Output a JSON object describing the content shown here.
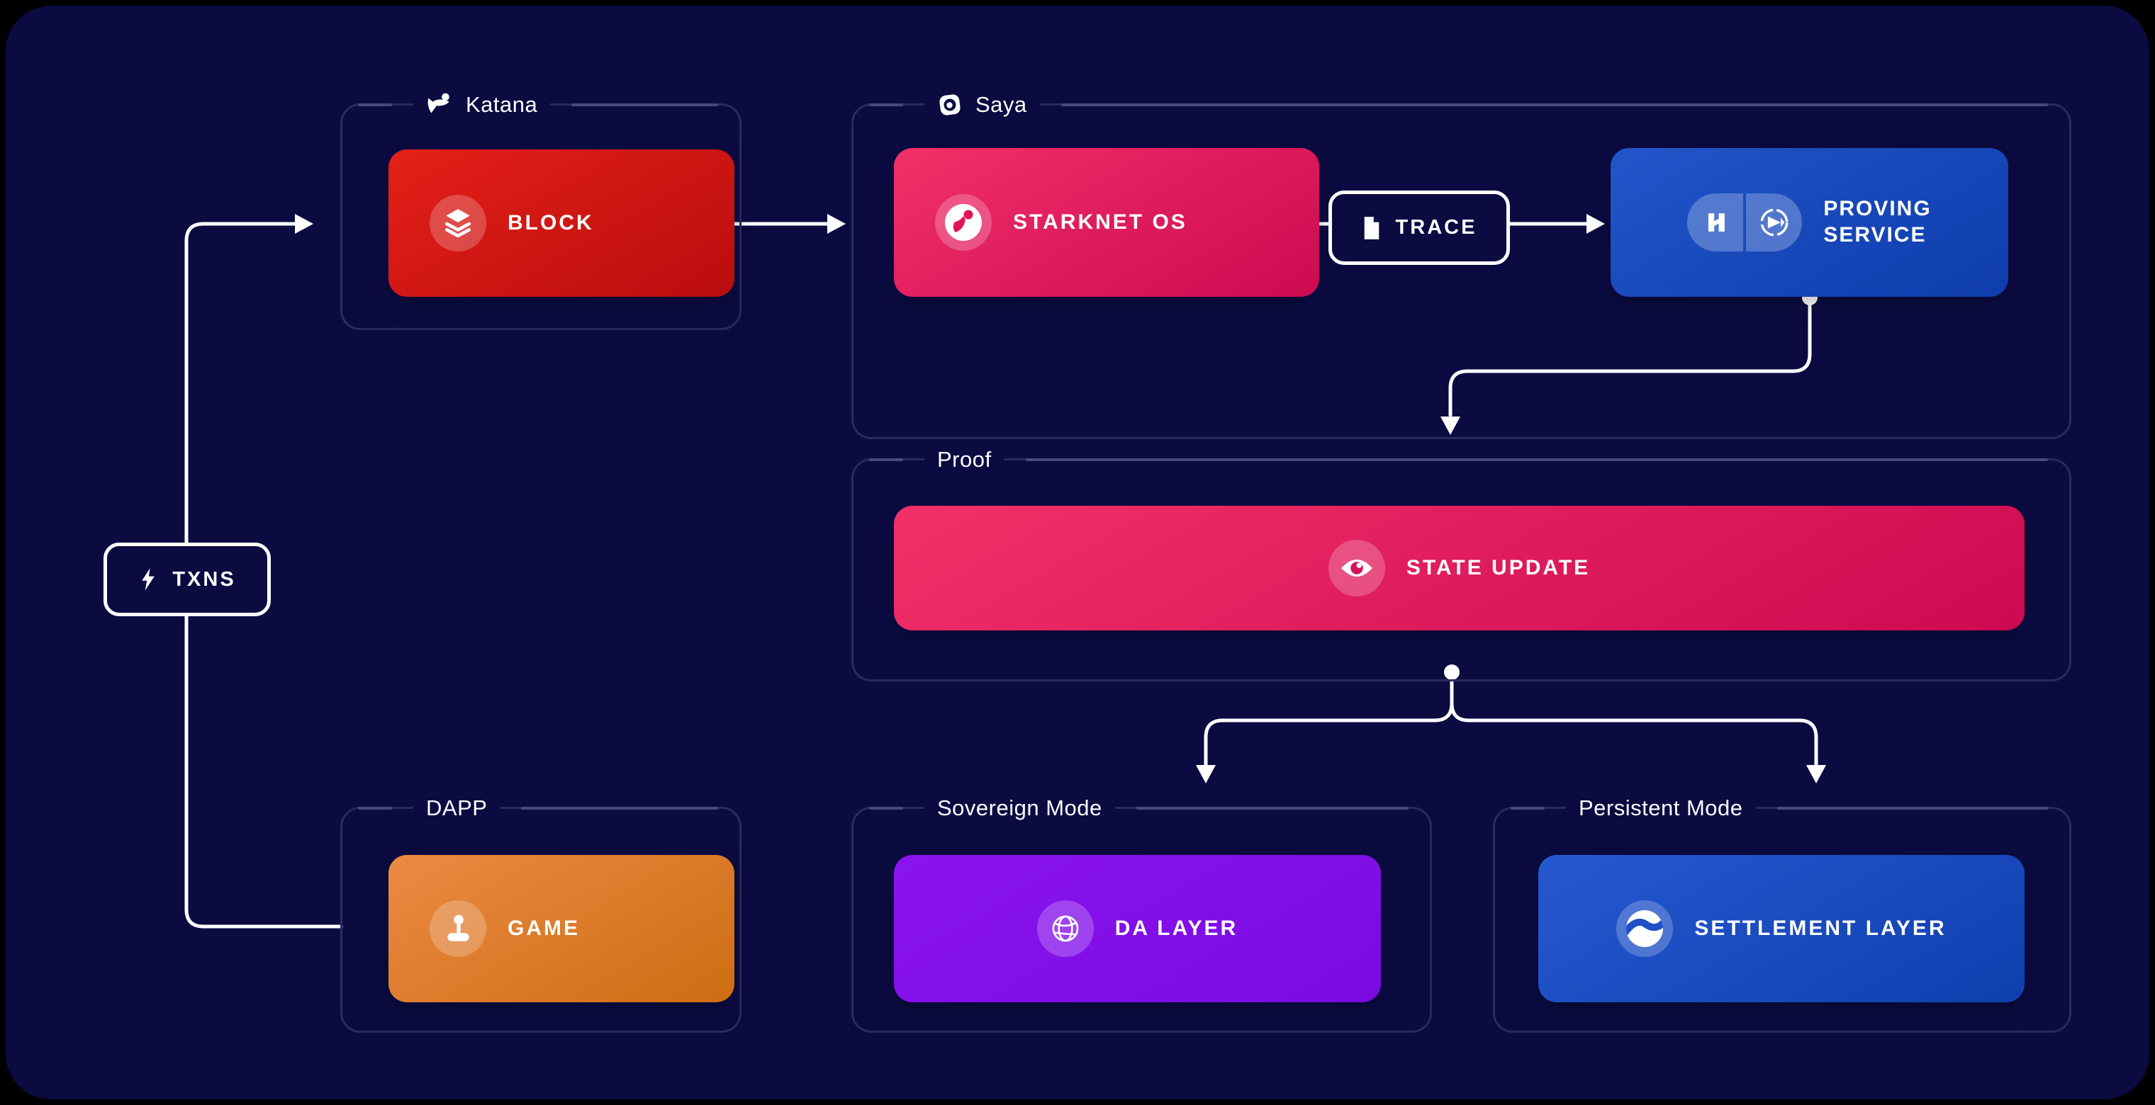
{
  "canvas": {
    "outer_bg": "#000000",
    "panel_bg": "#0b0b42",
    "line_color": "#ffffff",
    "group_border": "#282b5e",
    "label_line": "#474a7b"
  },
  "groups": {
    "katana": {
      "label": "Katana",
      "icon": "katana-logo-icon"
    },
    "saya": {
      "label": "Saya",
      "icon": "saya-logo-icon"
    },
    "proof": {
      "label": "Proof"
    },
    "dapp": {
      "label": "DAPP"
    },
    "sovereign": {
      "label": "Sovereign Mode"
    },
    "persistent": {
      "label": "Persistent Mode"
    }
  },
  "nodes": {
    "txns": {
      "label": "TXNS",
      "icon": "lightning-icon"
    },
    "block": {
      "label": "BLOCK",
      "icon": "layers-icon",
      "color_from": "#e52019",
      "color_to": "#b90d0d"
    },
    "starknet_os": {
      "label": "STARKNET OS",
      "icon": "starknet-os-icon",
      "color_from": "#f23069",
      "color_to": "#cc0a51"
    },
    "trace": {
      "label": "TRACE",
      "icon": "document-icon"
    },
    "proving_service": {
      "label": "PROVING\nSERVICE",
      "icons": [
        "herodotus-h-icon",
        "prover-circle-icon"
      ],
      "color_from": "#2156ca",
      "color_to": "#0e3cab"
    },
    "state_update": {
      "label": "STATE UPDATE",
      "icon": "eye-icon",
      "color_from": "#f23069",
      "color_to": "#cc0a51"
    },
    "game": {
      "label": "GAME",
      "icon": "joystick-icon",
      "color_from": "#eb8a43",
      "color_to": "#ce6d12"
    },
    "da_layer": {
      "label": "DA LAYER",
      "icon": "sphere-icon",
      "color_from": "#8a14f0",
      "color_to": "#7a0ae0"
    },
    "settlement_layer": {
      "label": "SETTLEMENT LAYER",
      "icon": "planet-icon",
      "color_from": "#2659d1",
      "color_to": "#0f3fae"
    }
  },
  "edges": [
    {
      "from": "txns",
      "to": "katana.block",
      "arrow": true
    },
    {
      "from": "txns",
      "to": "dapp.game",
      "arrow": false
    },
    {
      "from": "block",
      "to": "saya.starknet_os",
      "arrow": true
    },
    {
      "from": "starknet_os",
      "to": "trace",
      "arrow": false
    },
    {
      "from": "trace",
      "to": "proving_service",
      "arrow": true
    },
    {
      "from": "proving_service",
      "to": "proof",
      "arrow": true
    },
    {
      "from": "state_update",
      "to": "sovereign.da_layer",
      "arrow": true
    },
    {
      "from": "state_update",
      "to": "persistent.settlement_layer",
      "arrow": true
    }
  ]
}
